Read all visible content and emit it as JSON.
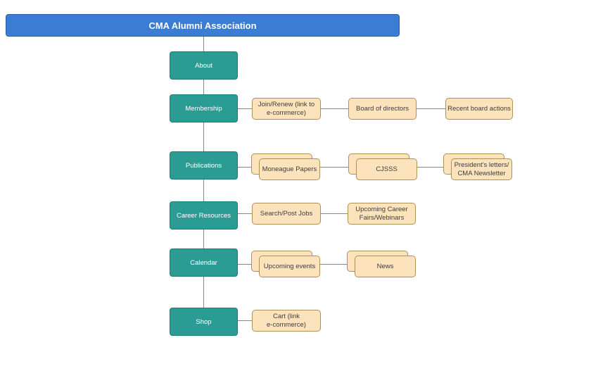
{
  "colors": {
    "canvas": "#ffffff",
    "banner": "#3b7cd5",
    "banner_border": "#2d62a8",
    "banner_text": "#ffffff",
    "section": "#2b9c94",
    "section_border": "#1e7b74",
    "section_text": "#ffffff",
    "child": "#fce3bc",
    "child_border": "#b09155",
    "child_text": "#3d3d3d",
    "connector": "#888888"
  },
  "diagram": {
    "title": "CMA Alumni Association",
    "sections": [
      {
        "label": "About",
        "children": []
      },
      {
        "label": "Membership",
        "children": [
          {
            "label": "Join/Renew (link to\ne-commerce)"
          },
          {
            "label": "Board of directors"
          },
          {
            "label": "Recent board actions"
          }
        ]
      },
      {
        "label": "Publications",
        "children": [
          {
            "label": "Moneague Papers"
          },
          {
            "label": "CJSSS"
          },
          {
            "label": "President's letters/\nCMA Newsletter"
          }
        ]
      },
      {
        "label": "Career Resources",
        "children": [
          {
            "label": "Search/Post Jobs"
          },
          {
            "label": "Upcoming Career\nFairs/Webinars"
          }
        ]
      },
      {
        "label": "Calendar",
        "children": [
          {
            "label": "Upcoming events"
          },
          {
            "label": "News"
          }
        ]
      },
      {
        "label": "Shop",
        "children": [
          {
            "label": "Cart (link\ne-commerce)"
          }
        ]
      }
    ]
  }
}
